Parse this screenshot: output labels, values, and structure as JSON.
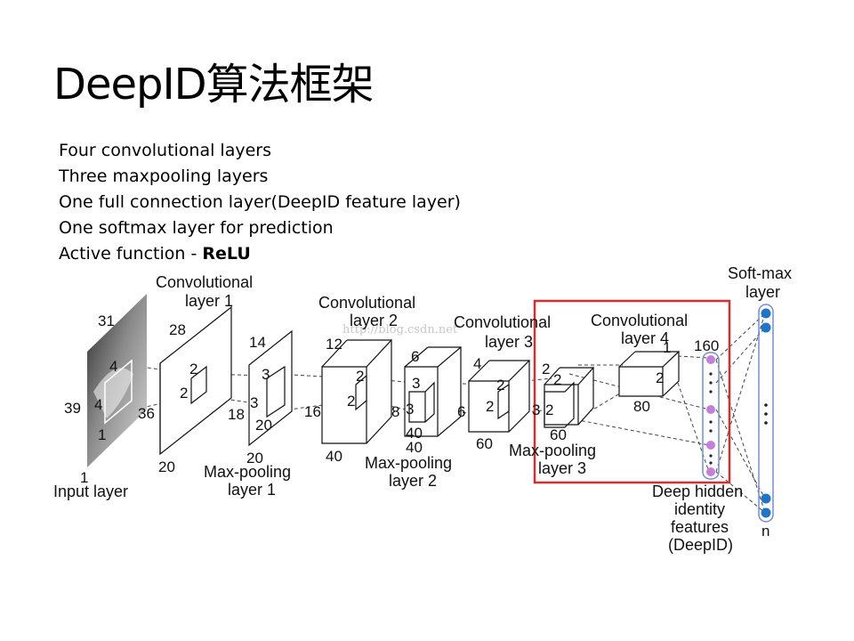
{
  "slide": {
    "title": "DeepID算法框架",
    "bullets": [
      "Four convolutional layers",
      "Three maxpooling layers",
      "One full connection layer(DeepID feature layer)",
      "One softmax layer for prediction"
    ],
    "last_bullet_prefix": "Active function - ",
    "last_bullet_bold": "ReLU"
  },
  "diagram": {
    "input_layer": "Input layer",
    "conv1": [
      "Convolutional",
      "layer 1"
    ],
    "conv2": [
      "Convolutional",
      "layer 2"
    ],
    "conv3": [
      "Convolutional",
      "layer 3"
    ],
    "conv4": [
      "Convolutional",
      "layer 4"
    ],
    "pool1": [
      "Max-pooling",
      "layer 1"
    ],
    "pool2": [
      "Max-pooling",
      "layer 2"
    ],
    "pool3": [
      "Max-pooling",
      "layer 3"
    ],
    "softmax": [
      "Soft-max",
      "layer"
    ],
    "deepid": [
      "Deep hidden",
      "identity",
      "features",
      "(DeepID)"
    ],
    "watermark": "http://blog.csdn.net",
    "dims": {
      "in_31": "31",
      "in_39": "39",
      "in_1": "1",
      "in_k4a": "4",
      "in_k4b": "4",
      "in_k1": "1",
      "c1_28": "28",
      "c1_36": "36",
      "c1_20": "20",
      "c1_k2a": "2",
      "c1_k2b": "2",
      "p1_14": "14",
      "p1_18": "18",
      "p1_20a": "20",
      "p1_20b": "20",
      "p1_k3a": "3",
      "p1_k3b": "3",
      "c2_12": "12",
      "c2_16": "16",
      "c2_40": "40",
      "c2_k2a": "2",
      "c2_k2b": "2",
      "p2_6": "6",
      "p2_8": "8",
      "p2_40a": "40",
      "p2_40b": "40",
      "p2_k3a": "3",
      "p2_k3b": "3",
      "c3_4": "4",
      "c3_6": "6",
      "c3_60": "60",
      "c3_k2a": "2",
      "c3_k2b": "2",
      "p3_3": "3",
      "p3_60": "60",
      "p3_k2a": "2",
      "p3_k2b": "2",
      "p3_k2c": "2",
      "c4_1": "1",
      "c4_2": "2",
      "c4_80": "80",
      "f_160": "160",
      "s_n": "n"
    }
  },
  "colors": {
    "highlight_box": "#d32f2f",
    "deepid_node": "#c77ddb",
    "softmax_node": "#1f74c7",
    "column_border": "#6f8fd8"
  }
}
